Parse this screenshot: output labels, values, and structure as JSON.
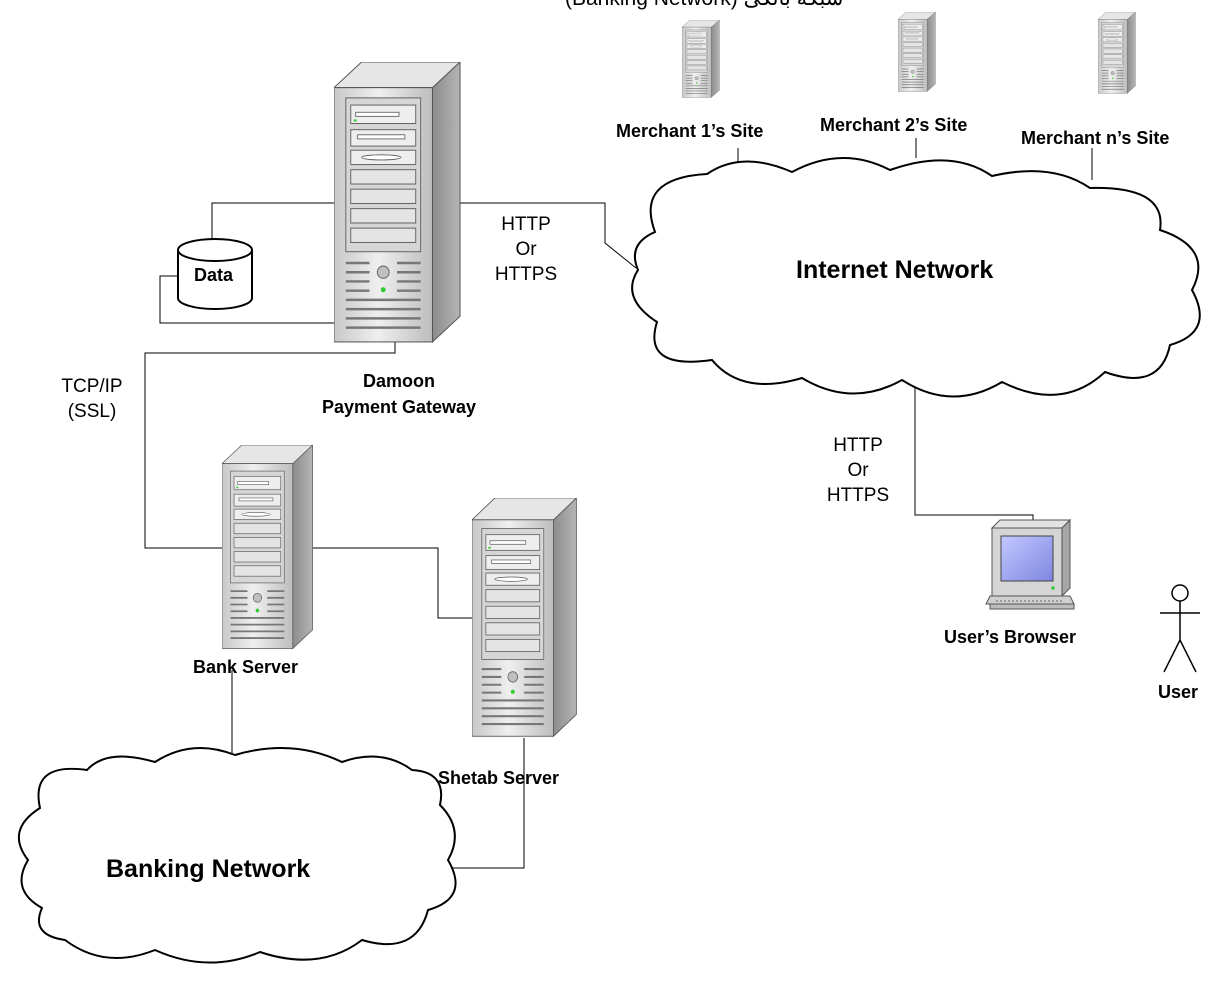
{
  "header_text": "(Banking Network) شبکه بانکی",
  "nodes": {
    "merchant_1": "Merchant 1’s Site",
    "merchant_2": "Merchant 2’s Site",
    "merchant_n": "Merchant n’s Site",
    "internet": "Internet Network",
    "data_store": "Data",
    "gateway_line1": "Damoon",
    "gateway_line2": "Payment Gateway",
    "bank_server": "Bank Server",
    "shetab_server": "Shetab Server",
    "banking_network": "Banking Network",
    "browser": "User’s Browser",
    "user": "User"
  },
  "links": {
    "gateway_internet": [
      "HTTP",
      "Or",
      "HTTPS"
    ],
    "internet_browser": [
      "HTTP",
      "Or",
      "HTTPS"
    ],
    "gateway_bank": [
      "TCP/IP",
      "(SSL)"
    ]
  },
  "colors": {
    "tower_light": "#d9d9d9",
    "tower_dark": "#9a9a9a",
    "screen": "#9aa4f0",
    "led": "#33cc33"
  }
}
